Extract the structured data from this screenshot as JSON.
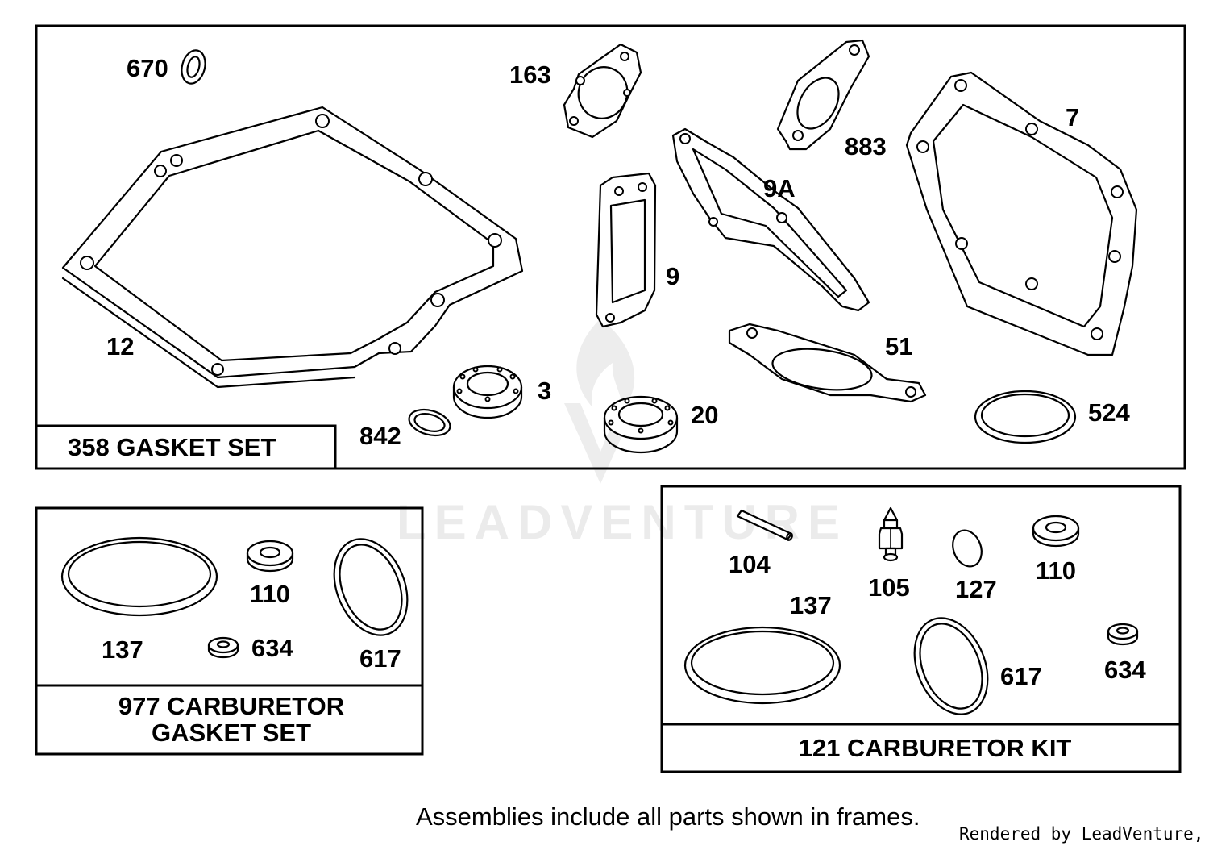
{
  "watermark": {
    "text": "LEADVENTURE"
  },
  "frames": {
    "main": {
      "title": "358 GASKET SET"
    },
    "carb_gasket": {
      "title_line1": "977 CARBURETOR",
      "title_line2": "GASKET SET"
    },
    "carb_kit": {
      "title": "121 CARBURETOR KIT"
    }
  },
  "callouts": {
    "main": {
      "p670": "670",
      "p163": "163",
      "p883": "883",
      "p7": "7",
      "p9a": "9A",
      "p9": "9",
      "p12": "12",
      "p3": "3",
      "p51": "51",
      "p842": "842",
      "p20": "20",
      "p524": "524"
    },
    "carb_gasket": {
      "p110": "110",
      "p137": "137",
      "p634": "634",
      "p617": "617"
    },
    "carb_kit": {
      "p104": "104",
      "p105": "105",
      "p127": "127",
      "p110": "110",
      "p137": "137",
      "p617": "617",
      "p634": "634"
    }
  },
  "footer": {
    "note": "Assemblies include all parts shown in frames.",
    "credit": "Rendered by LeadVenture, Inc."
  }
}
